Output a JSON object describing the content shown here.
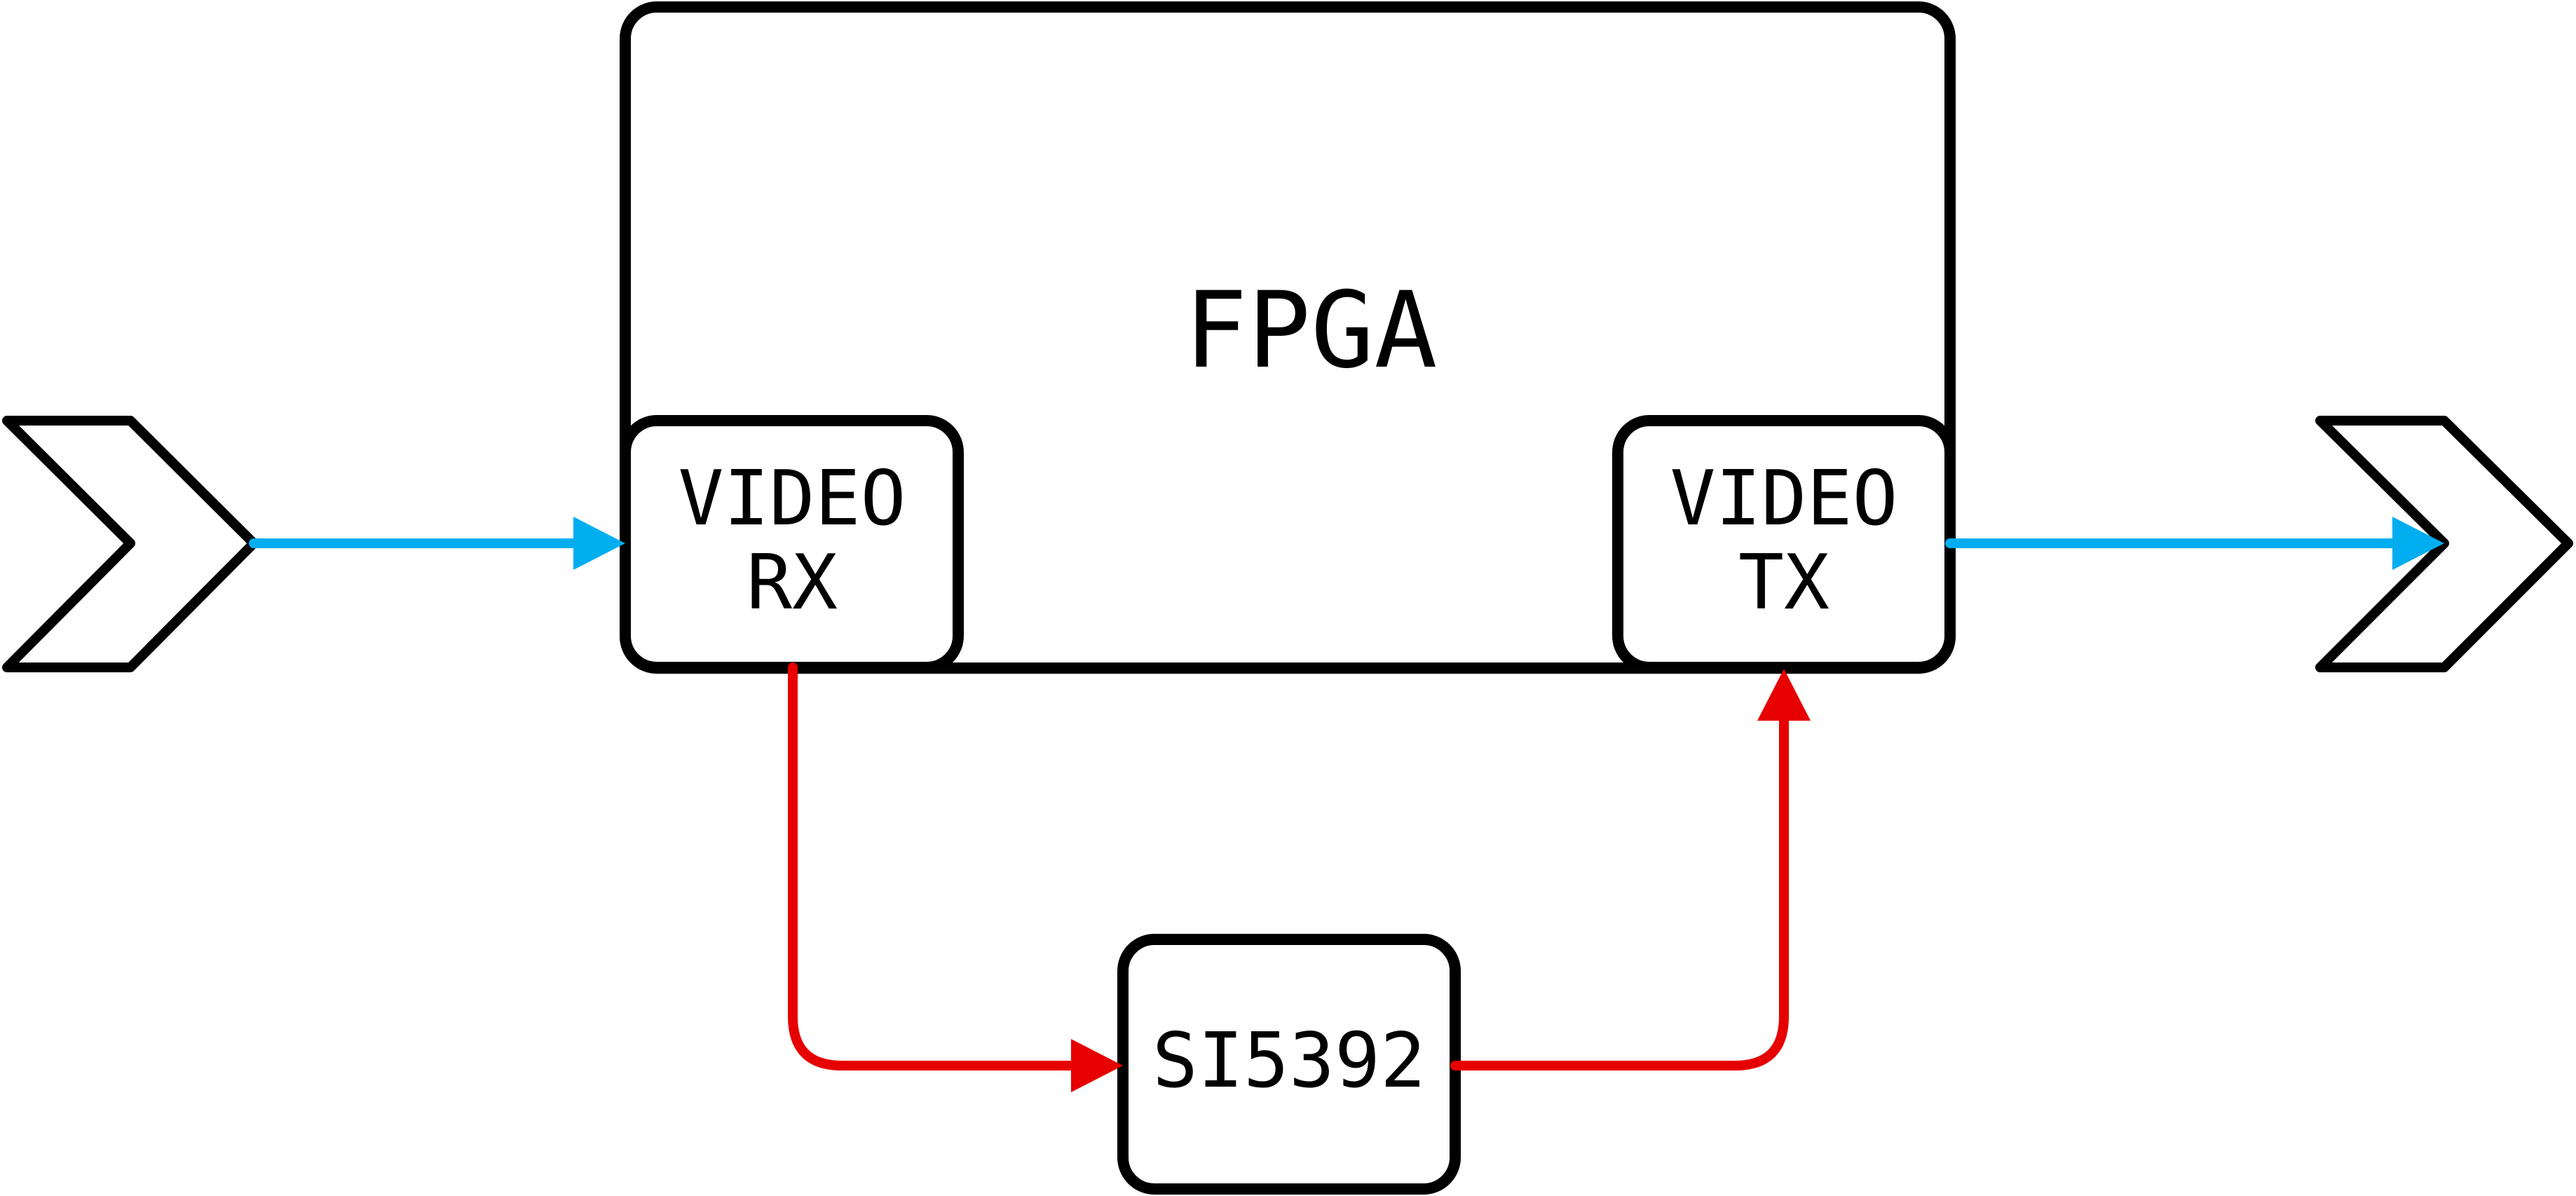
{
  "diagram": {
    "fpga_label": "FPGA",
    "video_rx": {
      "line1": "VIDEO",
      "line2": "RX"
    },
    "video_tx": {
      "line1": "VIDEO",
      "line2": "TX"
    },
    "clock_chip": "SI5392"
  },
  "colors": {
    "data_signal": "#00AEEF",
    "clock_signal": "#E60000",
    "outline": "#000000",
    "background": "#FFFFFF"
  },
  "icons": {
    "input_connector": "chevron-right-icon",
    "output_connector": "chevron-right-icon"
  }
}
